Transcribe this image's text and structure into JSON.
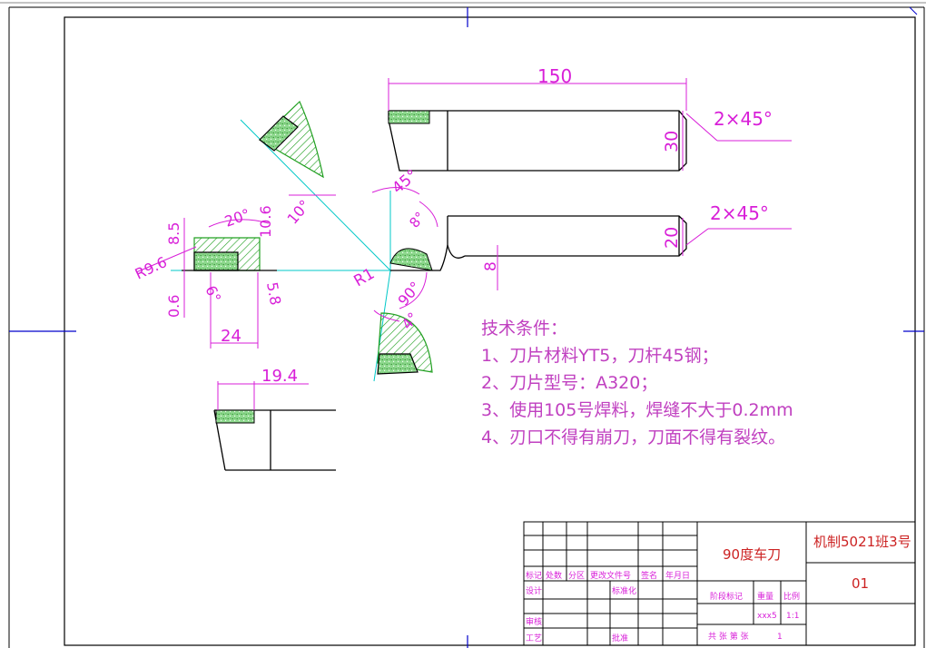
{
  "drawing": {
    "dims": {
      "len150": "150",
      "chamfer_top": "2×45°",
      "chamfer_bottom": "2×45°",
      "h30": "30",
      "h20": "20",
      "h8": "8",
      "a45": "45°",
      "a8": "8°",
      "a10": "10°",
      "a90": "90°",
      "a4": "4°",
      "r1": "R1",
      "r9_6": "R9.6",
      "d8_5": "8.5",
      "d20": "20°",
      "d10_6": "10.6",
      "d0_6": "0.6",
      "d6": "6°",
      "d5_8": "5.8",
      "d24": "24",
      "d19_4": "19.4"
    },
    "tech_notes": {
      "title": "技术条件：",
      "items": [
        "1、刀片材料YT5，刀杆45钢；",
        "2、刀片型号：A320；",
        "3、使用105号焊料，焊缝不大于0.2mm",
        "4、刃口不得有崩刀，刀面不得有裂纹。"
      ]
    }
  },
  "title_block": {
    "headers": [
      "标记",
      "处数",
      "分区",
      "更改文件号",
      "签名",
      "年月日"
    ],
    "row_labels": [
      "设计",
      "标准化",
      "审核",
      "工艺",
      "批准"
    ],
    "part_name": "90度车刀",
    "class_info": "机制5021班3号",
    "drawing_number": "01",
    "stage_label": "阶段标记",
    "weight_label": "重量",
    "scale_label": "比例",
    "weight_value": "xxx5",
    "scale_value": "1:1",
    "sheet_text": "共  张  第  张",
    "sheet_number": "1"
  },
  "colors": {
    "frame": "#000000",
    "accent": "#0000cc",
    "dimension": "#d81fd8",
    "centerline": "#00c8c8",
    "hatch": "#22a022",
    "insert_fill": "#7fd47f",
    "title_text": "#cc2222"
  }
}
